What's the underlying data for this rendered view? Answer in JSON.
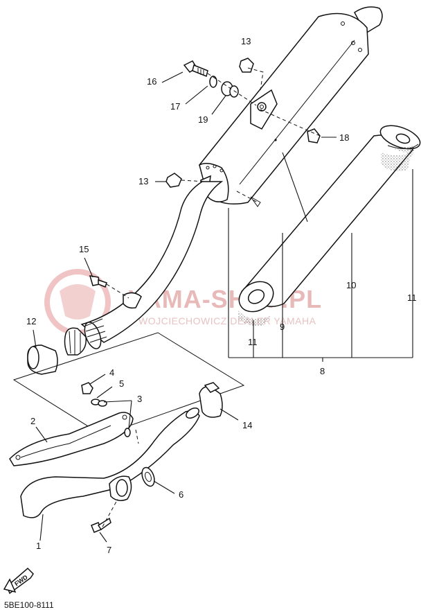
{
  "diagram": {
    "catalog_code": "5BE100-8111",
    "watermark": {
      "main": "YAMA-SHOP.PL",
      "sub": "WOJCIECHOWICZ DEALER YAMAHA"
    },
    "forward_marker": "FWD",
    "callouts": [
      {
        "id": "c1",
        "label": "1"
      },
      {
        "id": "c2",
        "label": "2"
      },
      {
        "id": "c3",
        "label": "3"
      },
      {
        "id": "c4",
        "label": "4"
      },
      {
        "id": "c5",
        "label": "5"
      },
      {
        "id": "c6",
        "label": "6"
      },
      {
        "id": "c7",
        "label": "7"
      },
      {
        "id": "c8",
        "label": "8"
      },
      {
        "id": "c9",
        "label": "9"
      },
      {
        "id": "c10",
        "label": "10"
      },
      {
        "id": "c11a",
        "label": "11"
      },
      {
        "id": "c11b",
        "label": "11"
      },
      {
        "id": "c12",
        "label": "12"
      },
      {
        "id": "c13a",
        "label": "13"
      },
      {
        "id": "c13b",
        "label": "13"
      },
      {
        "id": "c14",
        "label": "14"
      },
      {
        "id": "c15",
        "label": "15"
      },
      {
        "id": "c16",
        "label": "16"
      },
      {
        "id": "c17",
        "label": "17"
      },
      {
        "id": "c18",
        "label": "18"
      },
      {
        "id": "c19",
        "label": "19"
      }
    ]
  }
}
